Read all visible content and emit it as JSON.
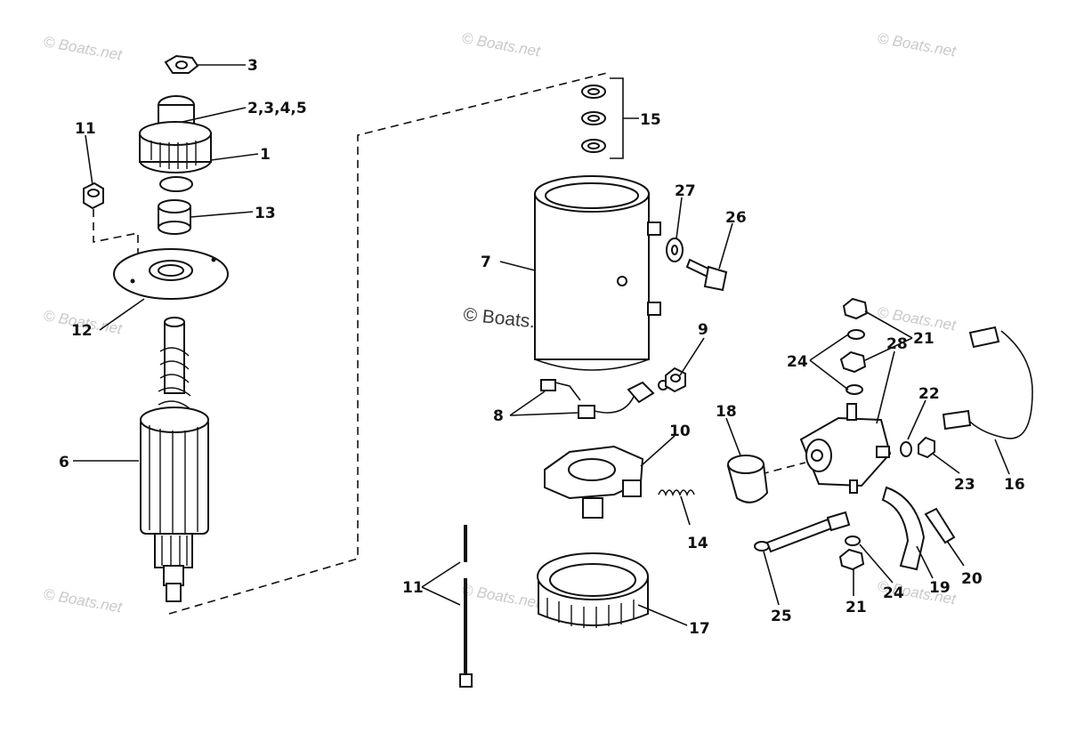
{
  "watermark": {
    "text": "© Boats.net",
    "center_text": "© Boats.net"
  },
  "callouts": {
    "c1": "1",
    "c2_5": "2,3,4,5",
    "c3": "3",
    "c6": "6",
    "c7": "7",
    "c8": "8",
    "c9": "9",
    "c10": "10",
    "c11a": "11",
    "c11b": "11",
    "c12": "12",
    "c13": "13",
    "c14": "14",
    "c15": "15",
    "c16": "16",
    "c17": "17",
    "c18": "18",
    "c19": "19",
    "c20": "20",
    "c21a": "21",
    "c21b": "21",
    "c22": "22",
    "c23": "23",
    "c24a": "24",
    "c24b": "24",
    "c25": "25",
    "c26": "26",
    "c27": "27",
    "c28": "28"
  }
}
